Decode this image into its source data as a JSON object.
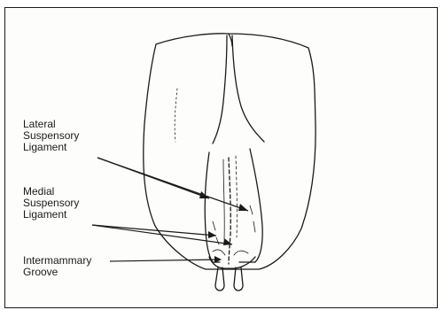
{
  "labels": {
    "lateral": [
      "Lateral",
      "Suspensory",
      "Ligament"
    ],
    "medial": [
      "Medial",
      "Suspensory",
      "Ligament"
    ],
    "groove": [
      "Intermammary",
      "Groove"
    ]
  },
  "colors": {
    "ink": "#1a1a1a",
    "paper": "#fdfdfb"
  }
}
